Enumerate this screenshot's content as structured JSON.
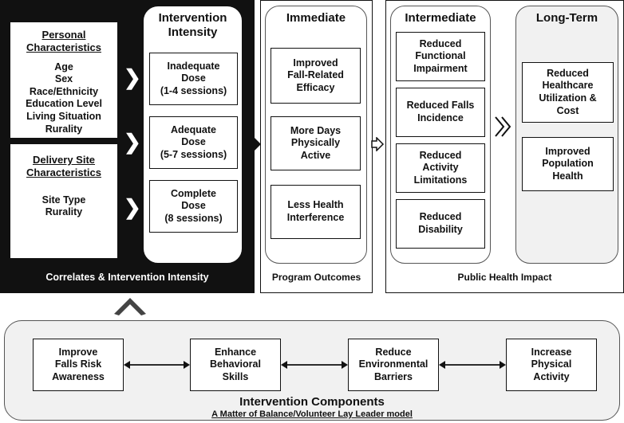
{
  "correlates": {
    "personal_title_1": "Personal",
    "personal_title_2": "Characteristics",
    "personal_items": [
      "Age",
      "Sex",
      "Race/Ethnicity",
      "Education Level",
      "Living Situation",
      "Rurality"
    ],
    "site_title_1": "Delivery Site",
    "site_title_2": "Characteristics",
    "site_items": [
      "Site Type",
      "Rurality"
    ],
    "caption": "Correlates & Intervention Intensity"
  },
  "intensity": {
    "title_1": "Intervention",
    "title_2": "Intensity",
    "doses": [
      {
        "line1": "Inadequate",
        "line2": "Dose",
        "line3": "(1-4 sessions)"
      },
      {
        "line1": "Adequate",
        "line2": "Dose",
        "line3": "(5-7 sessions)"
      },
      {
        "line1": "Complete",
        "line2": "Dose",
        "line3": "(8 sessions)"
      }
    ]
  },
  "immediate": {
    "title": "Immediate",
    "boxes": [
      {
        "line1": "Improved",
        "line2": "Fall-Related",
        "line3": "Efficacy"
      },
      {
        "line1": "More Days",
        "line2": "Physically",
        "line3": "Active"
      },
      {
        "line1": "Less Health",
        "line2": "Interference",
        "line3": ""
      }
    ],
    "caption": "Program Outcomes"
  },
  "intermediate": {
    "title": "Intermediate",
    "boxes": [
      {
        "line1": "Reduced",
        "line2": "Functional",
        "line3": "Impairment"
      },
      {
        "line1": "Reduced Falls",
        "line2": "Incidence",
        "line3": ""
      },
      {
        "line1": "Reduced",
        "line2": "Activity",
        "line3": "Limitations"
      },
      {
        "line1": "Reduced",
        "line2": "Disability",
        "line3": ""
      }
    ]
  },
  "longterm": {
    "title": "Long-Term",
    "boxes": [
      {
        "line1": "Reduced",
        "line2": "Healthcare",
        "line3": "Utilization &",
        "line4": "Cost"
      },
      {
        "line1": "Improved",
        "line2": "Population",
        "line3": "Health",
        "line4": ""
      }
    ]
  },
  "public_health_caption": "Public Health Impact",
  "components": {
    "boxes": [
      {
        "line1": "Improve",
        "line2": "Falls Risk",
        "line3": "Awareness"
      },
      {
        "line1": "Enhance",
        "line2": "Behavioral",
        "line3": "Skills"
      },
      {
        "line1": "Reduce",
        "line2": "Environmental",
        "line3": "Barriers"
      },
      {
        "line1": "Increase",
        "line2": "Physical",
        "line3": "Activity"
      }
    ],
    "title": "Intervention Components",
    "subtitle": "A Matter of Balance/Volunteer Lay Leader model"
  },
  "colors": {
    "panel_black": "#111111",
    "gray_fill": "#f1f1f1",
    "border": "#111111"
  },
  "icons": [
    "chevron-right-icon",
    "arrow-right-icon",
    "double-chevron-right-icon",
    "chevron-up-icon",
    "double-arrow-icon"
  ]
}
